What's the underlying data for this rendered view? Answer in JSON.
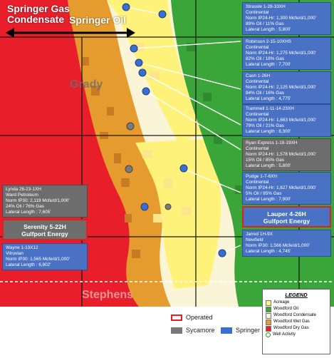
{
  "header": {
    "left_label": "Springer Gas\nCondensate",
    "right_label": "Springer Oil"
  },
  "counties": {
    "north": "Grady",
    "south": "Stephens"
  },
  "wells": [
    {
      "name": "Strassle 1-28-33XH",
      "operator": "Continental",
      "rate": "Norm IP24-Hr: 1,300 Mcfe/d/1,000'",
      "mix": "89% Oil / 11% Gas",
      "lateral": "Lateral Length : 5,800'"
    },
    {
      "name": "Robinson 2-15-10XHS",
      "operator": "Continental",
      "rate": "Norm IP24-Hr: 1,275 Mcfe/d/1,000'",
      "mix": "82% Oil / 18% Gas",
      "lateral": "Lateral Length : 7,700'"
    },
    {
      "name": "Cash 1-26H",
      "operator": "Continental",
      "rate": "Norm IP24-Hr: 2,125 Mcfe/d/1,000'",
      "mix": "84% Oil / 16% Gas",
      "lateral": "Lateral Length : 4,775'"
    },
    {
      "name": "Trammell 1-11-14-23XH",
      "operator": "Continental",
      "rate": "Norm IP24-Hr: 1,663 Mcfe/d/1,000'",
      "mix": "79% Oil / 21% Gas",
      "lateral": "Lateral Length : 8,300'"
    },
    {
      "name": "Ryan Express 1-18-19XH",
      "operator": "Continental",
      "rate": "Norm IP24-Hr: 1,578 Mcfe/d/1,000'",
      "mix": "15% Oil / 85% Gas",
      "lateral": "Lateral Length : 5,800'"
    },
    {
      "name": "Pudge 1-7-6XH",
      "operator": "Continental",
      "rate": "Norm IP24-Hr: 1,627 Mcfe/d/1,000'",
      "mix": "5% Oil / 95% Gas",
      "lateral": "Lateral Length : 7,900'"
    },
    {
      "name": "Lauper 4-26H",
      "operator": "Gulfport Energy"
    },
    {
      "name": "Jarred 1H-9X",
      "operator": "Newfield",
      "rate": "Norm IP30: 1,566 Mcfe/d/1,000'",
      "lateral": "Lateral Length : 4,745'"
    },
    {
      "name": "Lynda 26-23-1XH",
      "operator": "Ward Petroleum",
      "rate": "Norm IP30: 2,119 Mcfe/d/1,000'",
      "mix": "24% Oil / 76% Gas",
      "lateral": "Lateral Length : 7,605'"
    },
    {
      "name": "Serenity 5-22H",
      "operator": "Gulfport Energy"
    },
    {
      "name": "Wayne 1-13X12",
      "operator": "Vitruvian",
      "rate": "Norm IP30: 1,565 Mcfe/d/1,000'",
      "lateral": "Lateral Length : 6,802'"
    }
  ],
  "key": {
    "operated": "Operated",
    "sycamore": "Sycamore",
    "springer": "Springer"
  },
  "legend": {
    "title": "LEGEND",
    "items": [
      {
        "label": "Acreage",
        "color": "#fff27a"
      },
      {
        "label": "Woodford Oil",
        "color": "#3aa63a"
      },
      {
        "label": "Woodford Condensate",
        "color": "#fbf5d8"
      },
      {
        "label": "Woodford Wet Gas",
        "color": "#e59b2d"
      },
      {
        "label": "Woodford Dry Gas",
        "color": "#e81f2a"
      },
      {
        "label": "Well Activity",
        "symbol": "ring"
      }
    ]
  },
  "colors": {
    "dry_gas": "#e81f2a",
    "wet_gas": "#e59b2d",
    "condensate": "#fbf5d8",
    "oil": "#3aa63a",
    "acreage": "#fff27a",
    "springer": "#3a6fd0",
    "sycamore": "#7a7a7a",
    "operated": "#e02020"
  }
}
